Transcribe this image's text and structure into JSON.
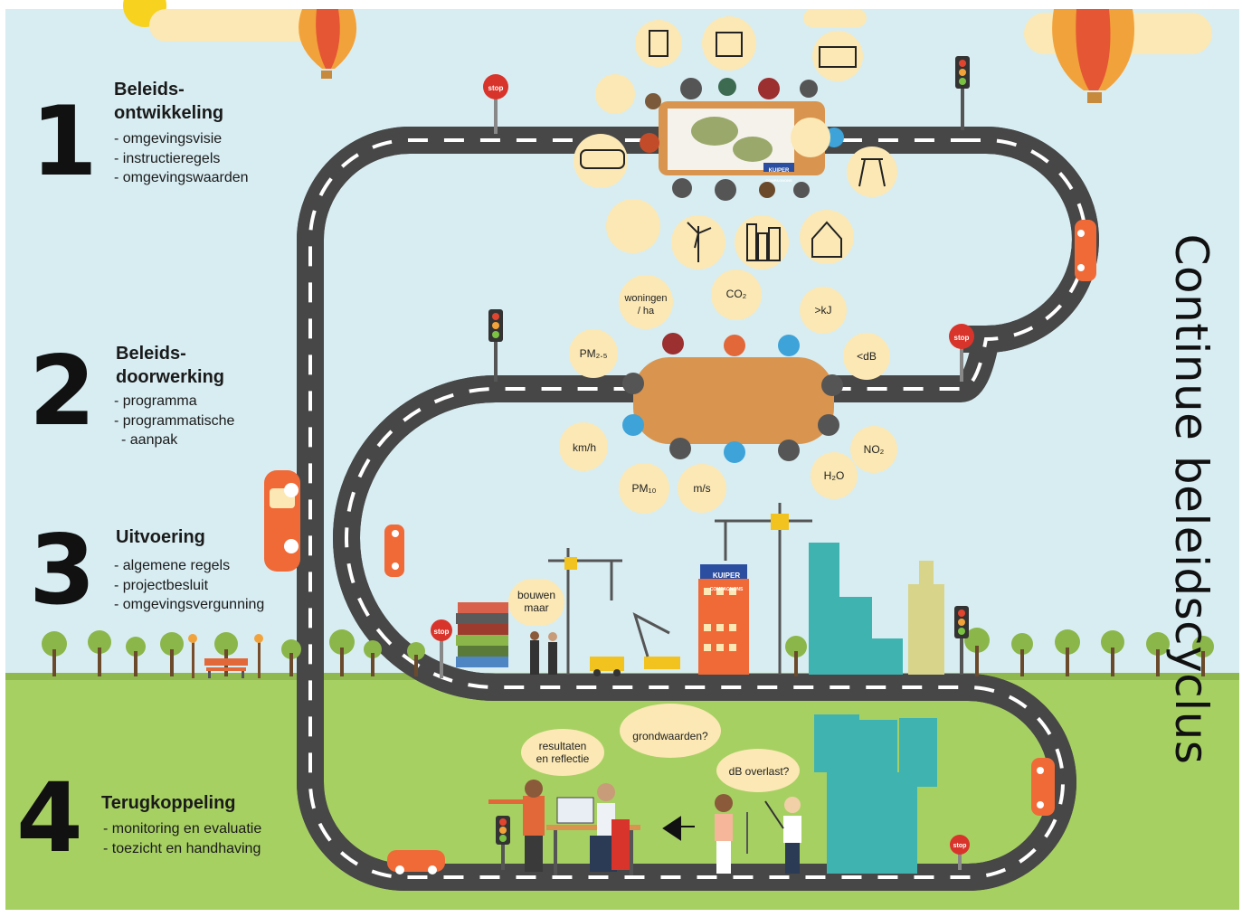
{
  "title": "Continue beleidscyclus",
  "stages": [
    {
      "number": "1",
      "title_line1": "Beleids-",
      "title_line2": "ontwikkeling",
      "items": [
        "omgevingsvisie",
        "instructieregels",
        "omgevingswaarden"
      ]
    },
    {
      "number": "2",
      "title_line1": "Beleids-",
      "title_line2": "doorwerking",
      "items": [
        "programma",
        "programmatische",
        "aanpak"
      ]
    },
    {
      "number": "3",
      "title_line1": "Uitvoering",
      "title_line2": "",
      "items": [
        "algemene regels",
        "projectbesluit",
        "omgevingsvergunning"
      ]
    },
    {
      "number": "4",
      "title_line1": "Terugkoppeling",
      "title_line2": "",
      "items": [
        "monitoring en evaluatie",
        "toezicht en handhaving"
      ]
    }
  ],
  "meeting2_bubbles": {
    "woningen": "woningen\n/ ha",
    "co2": "CO₂",
    "kj": ">kJ",
    "pm25": "PM₂.₅",
    "db": "<dB",
    "kmh": "km/h",
    "no2": "NO₂",
    "h2o": "H₂O",
    "pm10": "PM₁₀",
    "ms": "m/s"
  },
  "construction_bubble": "bouwen\nmaar",
  "feedback_bubbles": {
    "resultaten": "resultaten\nen reflectie",
    "grondwaarden": "grondwaarden?",
    "overlast": "dB overlast?"
  },
  "signs": {
    "stop": "stop"
  },
  "brand": {
    "name": "KUIPER",
    "sub": "COMPAGNONS"
  },
  "colors": {
    "sky": "#d8edf2",
    "grass": "#a7d063",
    "road": "#474747",
    "road_line": "#ffffff",
    "bubble": "#fce9b6",
    "table": "#d9954f",
    "car": "#f06a38",
    "stop_sign": "#d9342b"
  }
}
